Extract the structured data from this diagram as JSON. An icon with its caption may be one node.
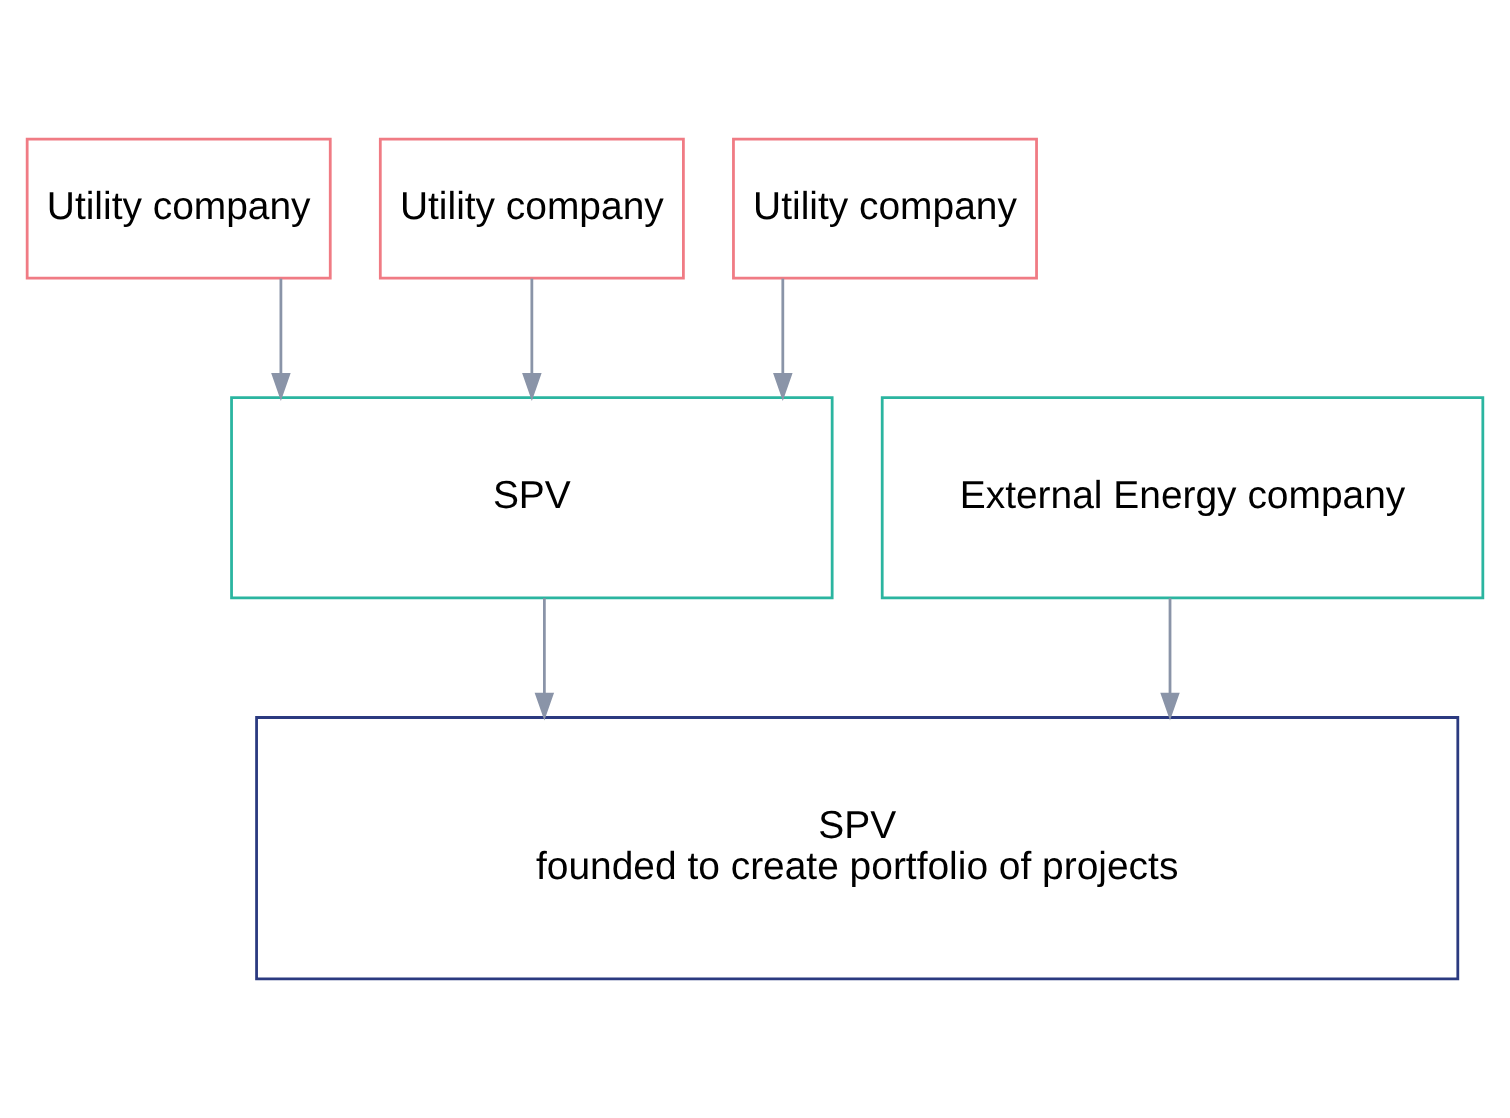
{
  "diagram": {
    "nodes": [
      {
        "text": [
          "Utility company"
        ]
      },
      {
        "text": [
          "Utility company"
        ]
      },
      {
        "text": [
          "Utility company"
        ]
      },
      {
        "text": [
          "External Energy company"
        ]
      },
      {
        "text": [
          "SPV"
        ]
      },
      {
        "text": [
          "SPV",
          "founded to create portfolio of projects"
        ]
      }
    ],
    "edges": [
      {
        "from": 0,
        "to": 4,
        "arrow": "to"
      },
      {
        "from": 1,
        "to": 4,
        "arrow": "to"
      },
      {
        "from": 2,
        "to": 4,
        "arrow": "to"
      },
      {
        "from": 3,
        "to": 5,
        "arrow": "to"
      },
      {
        "from": 4,
        "to": 5,
        "arrow": "to"
      }
    ]
  }
}
